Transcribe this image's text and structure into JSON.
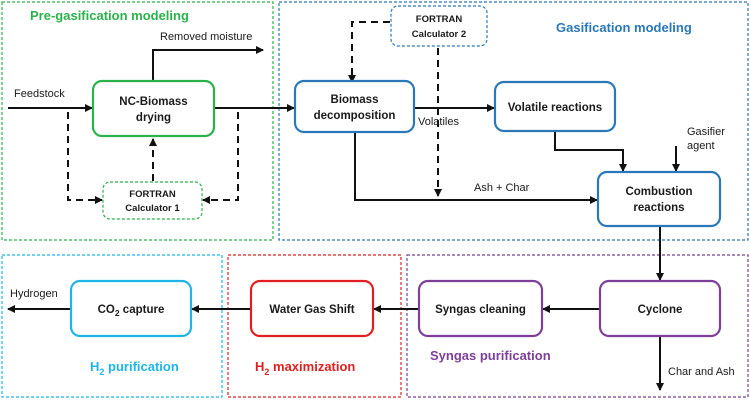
{
  "colors": {
    "pre_gasification": "#2bb24c",
    "gasification": "#2a78b8",
    "h2_purification": "#1fb5e6",
    "h2_maximization": "#e02020",
    "syngas_purification": "#7d3f98",
    "arrow": "#111111"
  },
  "sections": {
    "pre_gasification": {
      "title": "Pre-gasification modeling"
    },
    "gasification": {
      "title": "Gasification modeling"
    },
    "h2_purification": {
      "title_main": "H",
      "title_sub": "2",
      "title_rest": " purification"
    },
    "h2_maximization": {
      "title_main": "H",
      "title_sub": "2",
      "title_rest": " maximization"
    },
    "syngas_purification": {
      "title": "Syngas purification"
    }
  },
  "nodes": {
    "nc_biomass_drying": {
      "line1": "NC-Biomass",
      "line2": "drying"
    },
    "fortran_calc_1": {
      "line1": "FORTRAN",
      "line2": "Calculator 1"
    },
    "biomass_decomposition": {
      "line1": "Biomass",
      "line2": "decomposition"
    },
    "fortran_calc_2": {
      "line1": "FORTRAN",
      "line2": "Calculator 2"
    },
    "volatile_reactions": {
      "label": "Volatile reactions"
    },
    "combustion_reactions": {
      "line1": "Combustion",
      "line2": "reactions"
    },
    "cyclone": {
      "label": "Cyclone"
    },
    "syngas_cleaning": {
      "label": "Syngas cleaning"
    },
    "water_gas_shift": {
      "label": "Water Gas Shift"
    },
    "co2_capture": {
      "main": "CO",
      "sub": "2",
      "rest": " capture"
    }
  },
  "edge_labels": {
    "feedstock": "Feedstock",
    "removed_moisture": "Removed moisture",
    "volatiles": "Volatiles",
    "ash_char": "Ash + Char",
    "gasifier_agent_line1": "Gasifier",
    "gasifier_agent_line2": "agent",
    "char_and_ash": "Char and Ash",
    "hydrogen": "Hydrogen"
  }
}
